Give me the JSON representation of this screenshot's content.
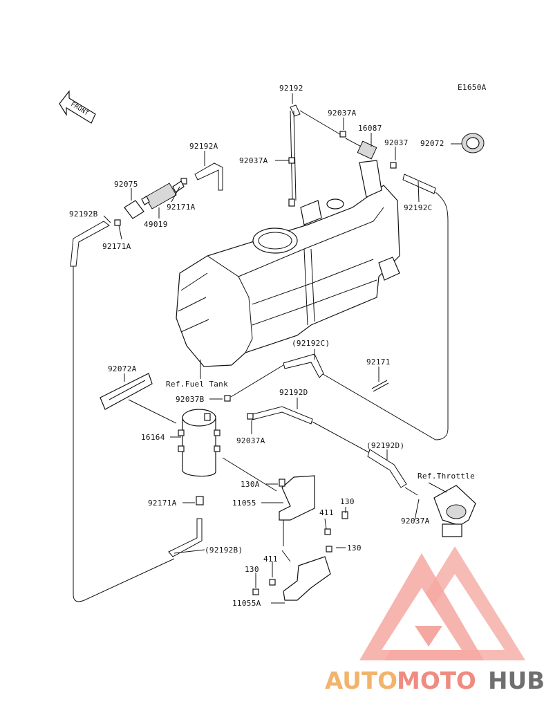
{
  "diagram": {
    "code": "E1650A",
    "front_arrow": "FRONT",
    "labels": {
      "p92192": "92192",
      "p92037A_top": "92037A",
      "p16087": "16087",
      "p92037": "92037",
      "p92072": "92072",
      "p92192A": "92192A",
      "p92037A_left": "92037A",
      "p92075": "92075",
      "p92171A_1": "92171A",
      "p49019": "49019",
      "p92192B": "92192B",
      "p92171A_2": "92171A",
      "p92192C": "92192C",
      "ref_fuel_tank": "Ref.Fuel Tank",
      "p92192C_paren": "(92192C)",
      "p92171": "92171",
      "p92072A": "92072A",
      "p92037B": "92037B",
      "p92192D": "92192D",
      "p16164": "16164",
      "p92037A_mid": "92037A",
      "p92192D_paren": "(92192D)",
      "ref_throttle": "Ref.Throttle",
      "p130A": "130A",
      "p11055": "11055",
      "p130_1": "130",
      "p92171A_3": "92171A",
      "p411_1": "411",
      "p92037A_right": "92037A",
      "p130_2": "130",
      "p92192B_paren": "(92192B)",
      "p411_2": "411",
      "p130_3": "130",
      "p11055A": "11055A"
    }
  },
  "watermark": {
    "part1": "AUTO",
    "part2": "MOTO",
    "part3": "HUB",
    "colors": {
      "auto": "#f2b36b",
      "moto": "#ef8b80",
      "hub": "#6f6f6f",
      "logo": "#f28b82"
    }
  }
}
